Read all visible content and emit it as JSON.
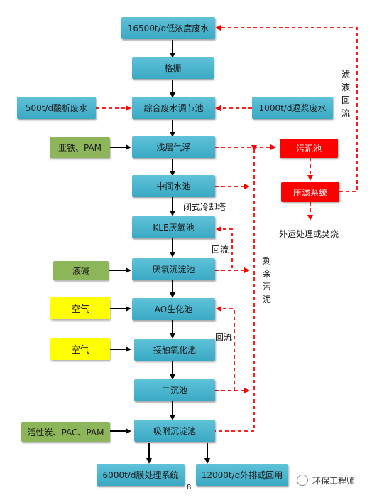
{
  "nodes": {
    "wastewater_16500": "16500t/d低浓度废水",
    "grille": "格栅",
    "acid_wastewater": "500t/d酸析废水",
    "equalization_tank": "综合废水调节池",
    "desizing_wastewater": "1000t/d退浆废水",
    "ferrous_pam": "亚铁、PAM",
    "shallow_flotation": "浅层气浮",
    "sludge_tank": "污泥池",
    "intermediate_tank": "中间水池",
    "filter_press": "压滤系统",
    "kle_anaerobic": "KLE厌氧池",
    "liquid_alkali": "液碱",
    "anaerobic_settling": "厌氧沉淀池",
    "air_1": "空气",
    "ao_bio": "AO生化池",
    "air_2": "空气",
    "contact_oxidation": "接触氧化池",
    "secondary_clarifier": "二沉池",
    "carbon_pac_pam": "活性炭、PAC、PAM",
    "adsorption_settling": "吸附沉淀池",
    "membrane_system": "6000t/d膜处理系统",
    "discharge_reuse": "12000t/d外排或回用"
  },
  "labels": {
    "cooling_tower": "闭式冷却塔",
    "reflux_1": "回流",
    "reflux_2": "回流",
    "residual_sludge": "剩余污泥",
    "filtrate_return": "滤液回流",
    "sludge_disposal": "外运处理或焚烧"
  },
  "footer": {
    "page_number": "8",
    "watermark": "环保工程师"
  },
  "colors": {
    "process_box": "#3aa9c4",
    "chemical_box": "#8db55a",
    "air_box": "#ffff00",
    "sludge_box": "#ff0000",
    "solid_arrow": "#000000",
    "dashed_arrow": "#ff0000"
  }
}
